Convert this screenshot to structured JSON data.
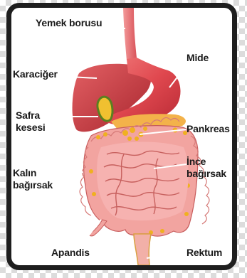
{
  "diagram": {
    "labels": {
      "esophagus": "Yemek borusu",
      "stomach": "Mide",
      "liver": "Karaciğer",
      "gallbladder_line1": "Safra",
      "gallbladder_line2": "kesesi",
      "pancreas": "Pankreas",
      "large_intestine_line1": "Kalın",
      "large_intestine_line2": "bağırsak",
      "small_intestine_line1": "İnce",
      "small_intestine_line2": "bağırsak",
      "appendix": "Apandis",
      "rectum": "Rektum"
    },
    "colors": {
      "frame_border": "#1e1e1e",
      "leader_line": "#ffffff",
      "stomach": "#e0484f",
      "liver": "#c8383f",
      "large_intestine": "#f2a4a0",
      "small_intestine": "#f6b2b0",
      "fat": "#f0b020",
      "gallbladder": "#5a8020"
    }
  }
}
